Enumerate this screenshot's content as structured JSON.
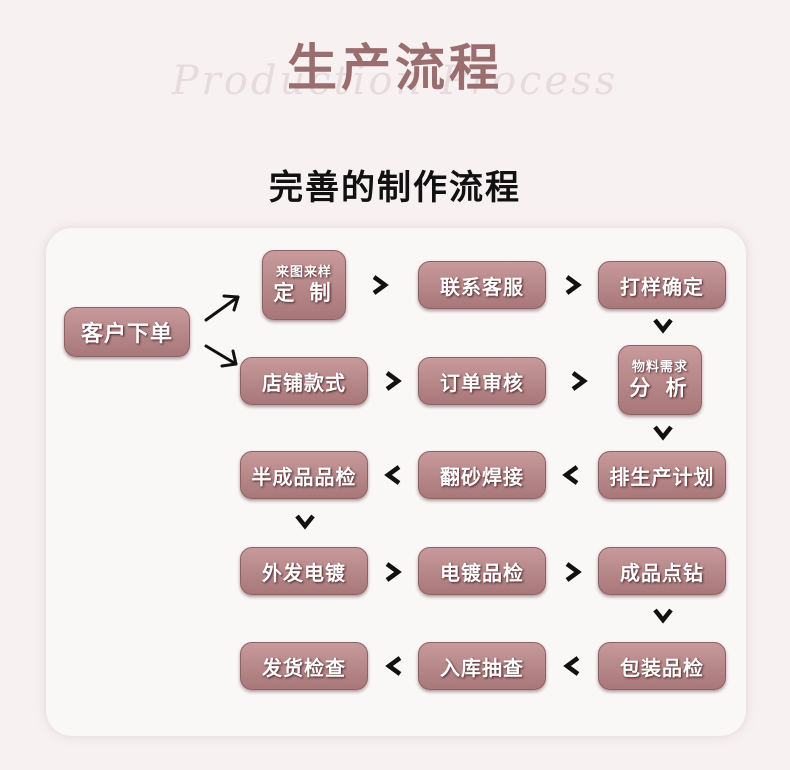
{
  "header": {
    "title": "生产流程",
    "script": "Production Process"
  },
  "section_title": "完善的制作流程",
  "nodes": {
    "customer_order": "客户下单",
    "custom_top": "来图来样",
    "custom_bottom": "定 制",
    "contact_service": "联系客服",
    "proof_confirm": "打样确定",
    "shop_style": "店铺款式",
    "order_review": "订单审核",
    "material_top": "物料需求",
    "material_bottom": "分 析",
    "production_plan": "排生产计划",
    "sand_weld": "翻砂焊接",
    "semi_inspection": "半成品品检",
    "outer_plating": "外发电镀",
    "plating_inspection": "电镀品检",
    "product_diamond": "成品点钻",
    "pack_inspection": "包装品检",
    "warehouse_sampling": "入库抽查",
    "ship_inspection": "发货检查"
  }
}
